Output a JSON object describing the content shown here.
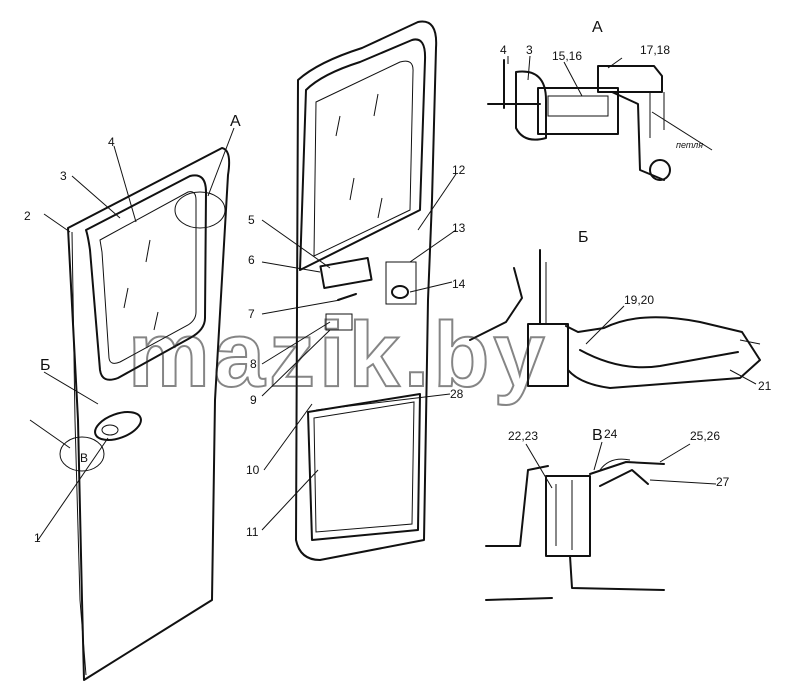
{
  "diagram": {
    "section_labels": {
      "a_top": "А",
      "a_door": "А",
      "b_detail": "Б",
      "b_door": "Б",
      "v_detail": "В",
      "v_door": "В"
    },
    "part_labels": {
      "p1": "1",
      "p2": "2",
      "p3": "3",
      "p4": "4",
      "p5": "5",
      "p6": "6",
      "p7": "7",
      "p8": "8",
      "p9": "9",
      "p10": "10",
      "p11": "11",
      "p12": "12",
      "p13": "13",
      "p14": "14",
      "p28": "28",
      "a3": "3",
      "a4": "4",
      "a1516": "15,16",
      "a1718": "17,18",
      "b1920": "19,20",
      "b21": "21",
      "v2223": "22,23",
      "v24": "24",
      "v2526": "25,26",
      "v27": "27"
    },
    "handwritten_note": "петля",
    "watermark": "mazik.by"
  }
}
